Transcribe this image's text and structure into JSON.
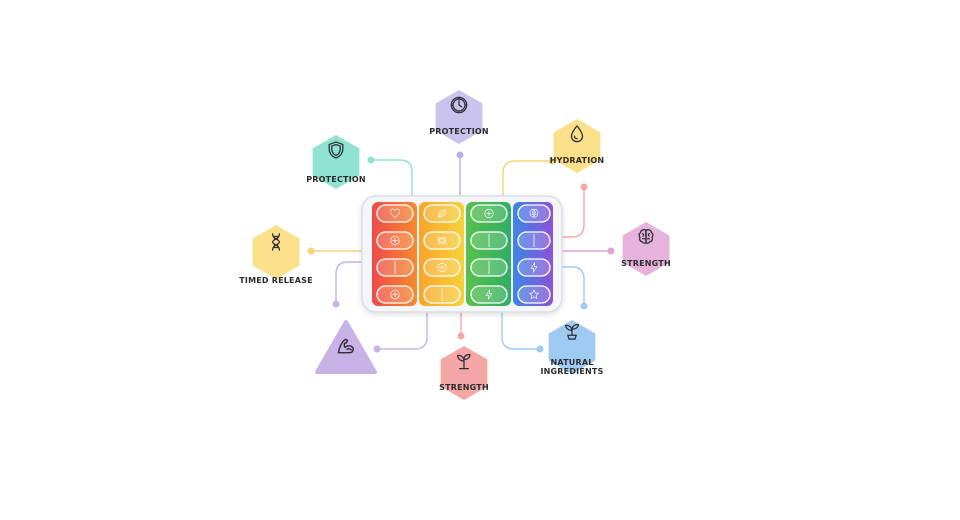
{
  "nodes": [
    {
      "id": "protection-top",
      "label_lines": [
        "PROTECTION"
      ],
      "shape": "hexagon",
      "icon": "clock-icon",
      "color": "#c9c3ee"
    },
    {
      "id": "protection-left",
      "label_lines": [
        "PROTECTION"
      ],
      "shape": "hexagon",
      "icon": "shield-icon",
      "color": "#8fe3d0"
    },
    {
      "id": "hydration",
      "label_lines": [
        "HYDRATION"
      ],
      "shape": "hexagon",
      "icon": "water-drop-icon",
      "color": "#fbe08a"
    },
    {
      "id": "timed-release",
      "label_lines": [
        "TIMED RELEASE"
      ],
      "shape": "hexagon",
      "icon": "dna-icon",
      "color": "#fbe08a"
    },
    {
      "id": "strength-right",
      "label_lines": [
        "STRENGTH"
      ],
      "shape": "hexagon",
      "icon": "brain-icon",
      "color": "#e6b3dc"
    },
    {
      "id": "muscle",
      "label_lines": [],
      "shape": "triangle",
      "icon": "flexed-arm-icon",
      "color": "#c9b2e6"
    },
    {
      "id": "strength-bottom",
      "label_lines": [
        "STRENGTH"
      ],
      "shape": "hexagon",
      "icon": "sprout-icon",
      "color": "#f5a7a7"
    },
    {
      "id": "natural-ingredients",
      "label_lines": [
        "NATURAL",
        "INGREDIENTS"
      ],
      "shape": "hexagon",
      "icon": "plant-icon",
      "color": "#9fcbf2"
    }
  ],
  "organizer": {
    "columns": [
      {
        "name": "red-orange",
        "pill_icons": [
          "heart-icon",
          "plus-icon",
          "",
          "plus-icon"
        ]
      },
      {
        "name": "orange-yellow",
        "pill_icons": [
          "leaf-icon",
          "atom-icon",
          "plus-icon",
          ""
        ]
      },
      {
        "name": "green",
        "pill_icons": [
          "plus-icon",
          "",
          "",
          "bolt-icon"
        ]
      },
      {
        "name": "blue-purple",
        "pill_icons": [
          "brain-icon",
          "",
          "bolt-icon",
          "star-icon"
        ]
      }
    ]
  }
}
